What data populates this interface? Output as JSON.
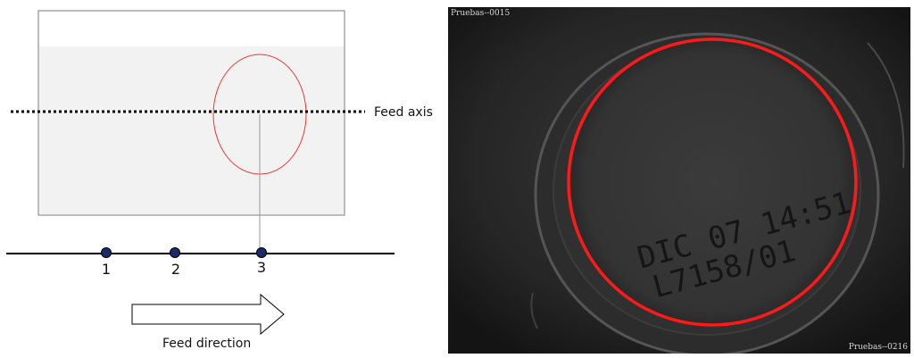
{
  "diagram": {
    "feed_axis_label": "Feed axis",
    "feed_direction_label": "Feed direction",
    "positions": [
      "1",
      "2",
      "3"
    ],
    "colors": {
      "ellipse": "#e53935",
      "point_fill": "#1a2a6c",
      "frame_fill": "#f2f2f2"
    }
  },
  "camera": {
    "label_top_left": "Pruebas--0015",
    "label_bottom_right": "Pruebas--0216",
    "print_line_1": "DIC 07 14:51",
    "print_line_2": "L7158/01",
    "ring_color": "#ff1a1a"
  }
}
